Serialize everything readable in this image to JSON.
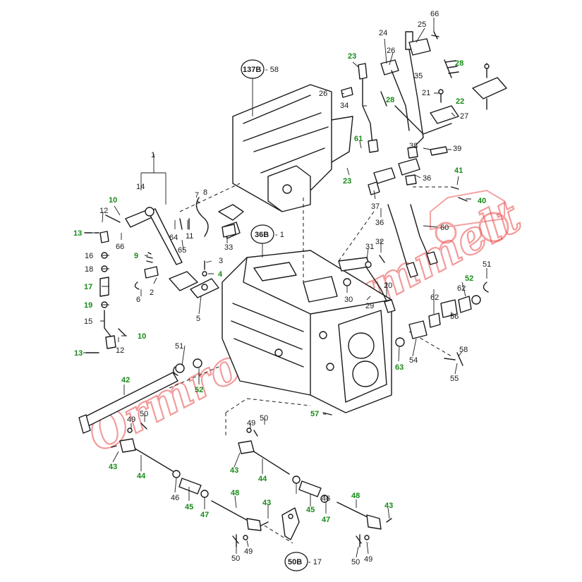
{
  "colors": {
    "line": "#1a1a1a",
    "green_label": "#178a17",
    "watermark": "#e84a4a"
  },
  "watermark_text": "Ormrod Stormmelt",
  "callouts": [
    {
      "id": "c137",
      "text": "137B",
      "suffix": "- 58"
    },
    {
      "id": "c36",
      "text": "36B",
      "suffix": "- 1"
    },
    {
      "id": "c50",
      "text": "50B",
      "suffix": "- 17"
    }
  ],
  "labels": [
    {
      "t": "66",
      "g": false
    },
    {
      "t": "25",
      "g": false
    },
    {
      "t": "24",
      "g": false
    },
    {
      "t": "26",
      "g": false
    },
    {
      "t": "23",
      "g": true
    },
    {
      "t": "28",
      "g": true
    },
    {
      "t": "35",
      "g": false
    },
    {
      "t": "26",
      "g": false
    },
    {
      "t": "34",
      "g": false
    },
    {
      "t": "28",
      "g": true
    },
    {
      "t": "21",
      "g": false
    },
    {
      "t": "22",
      "g": true
    },
    {
      "t": "27",
      "g": false
    },
    {
      "t": "61",
      "g": true
    },
    {
      "t": "38",
      "g": false
    },
    {
      "t": "39",
      "g": false
    },
    {
      "t": "23",
      "g": true
    },
    {
      "t": "36",
      "g": false
    },
    {
      "t": "41",
      "g": true
    },
    {
      "t": "37",
      "g": false
    },
    {
      "t": "40",
      "g": true
    },
    {
      "t": "36",
      "g": false
    },
    {
      "t": "60",
      "g": false
    },
    {
      "t": "1",
      "g": false
    },
    {
      "t": "14",
      "g": false
    },
    {
      "t": "10",
      "g": true
    },
    {
      "t": "7",
      "g": false
    },
    {
      "t": "8",
      "g": false
    },
    {
      "t": "12",
      "g": false
    },
    {
      "t": "64",
      "g": false
    },
    {
      "t": "11",
      "g": false
    },
    {
      "t": "13",
      "g": true
    },
    {
      "t": "66",
      "g": false
    },
    {
      "t": "65",
      "g": false
    },
    {
      "t": "33",
      "g": false
    },
    {
      "t": "16",
      "g": false
    },
    {
      "t": "9",
      "g": true
    },
    {
      "t": "3",
      "g": false
    },
    {
      "t": "18",
      "g": false
    },
    {
      "t": "4",
      "g": true
    },
    {
      "t": "31",
      "g": false
    },
    {
      "t": "32",
      "g": false
    },
    {
      "t": "17",
      "g": true
    },
    {
      "t": "2",
      "g": false
    },
    {
      "t": "6",
      "g": false
    },
    {
      "t": "19",
      "g": true
    },
    {
      "t": "5",
      "g": false
    },
    {
      "t": "30",
      "g": false
    },
    {
      "t": "20",
      "g": false
    },
    {
      "t": "29",
      "g": false
    },
    {
      "t": "62",
      "g": false
    },
    {
      "t": "62",
      "g": false
    },
    {
      "t": "52",
      "g": true
    },
    {
      "t": "51",
      "g": false
    },
    {
      "t": "15",
      "g": false
    },
    {
      "t": "10",
      "g": true
    },
    {
      "t": "12",
      "g": false
    },
    {
      "t": "13",
      "g": true
    },
    {
      "t": "56",
      "g": false
    },
    {
      "t": "51",
      "g": false
    },
    {
      "t": "58",
      "g": false
    },
    {
      "t": "63",
      "g": true
    },
    {
      "t": "54",
      "g": false
    },
    {
      "t": "55",
      "g": false
    },
    {
      "t": "42",
      "g": true
    },
    {
      "t": "52",
      "g": true
    },
    {
      "t": "57",
      "g": true
    },
    {
      "t": "50",
      "g": false
    },
    {
      "t": "49",
      "g": false
    },
    {
      "t": "50",
      "g": false
    },
    {
      "t": "49",
      "g": false
    },
    {
      "t": "43",
      "g": true
    },
    {
      "t": "44",
      "g": true
    },
    {
      "t": "43",
      "g": true
    },
    {
      "t": "44",
      "g": true
    },
    {
      "t": "46",
      "g": false
    },
    {
      "t": "45",
      "g": true
    },
    {
      "t": "47",
      "g": true
    },
    {
      "t": "48",
      "g": true
    },
    {
      "t": "43",
      "g": true
    },
    {
      "t": "45",
      "g": true
    },
    {
      "t": "46",
      "g": false
    },
    {
      "t": "47",
      "g": true
    },
    {
      "t": "48",
      "g": true
    },
    {
      "t": "43",
      "g": true
    },
    {
      "t": "50",
      "g": false
    },
    {
      "t": "49",
      "g": false
    },
    {
      "t": "50",
      "g": false
    },
    {
      "t": "49",
      "g": false
    }
  ]
}
